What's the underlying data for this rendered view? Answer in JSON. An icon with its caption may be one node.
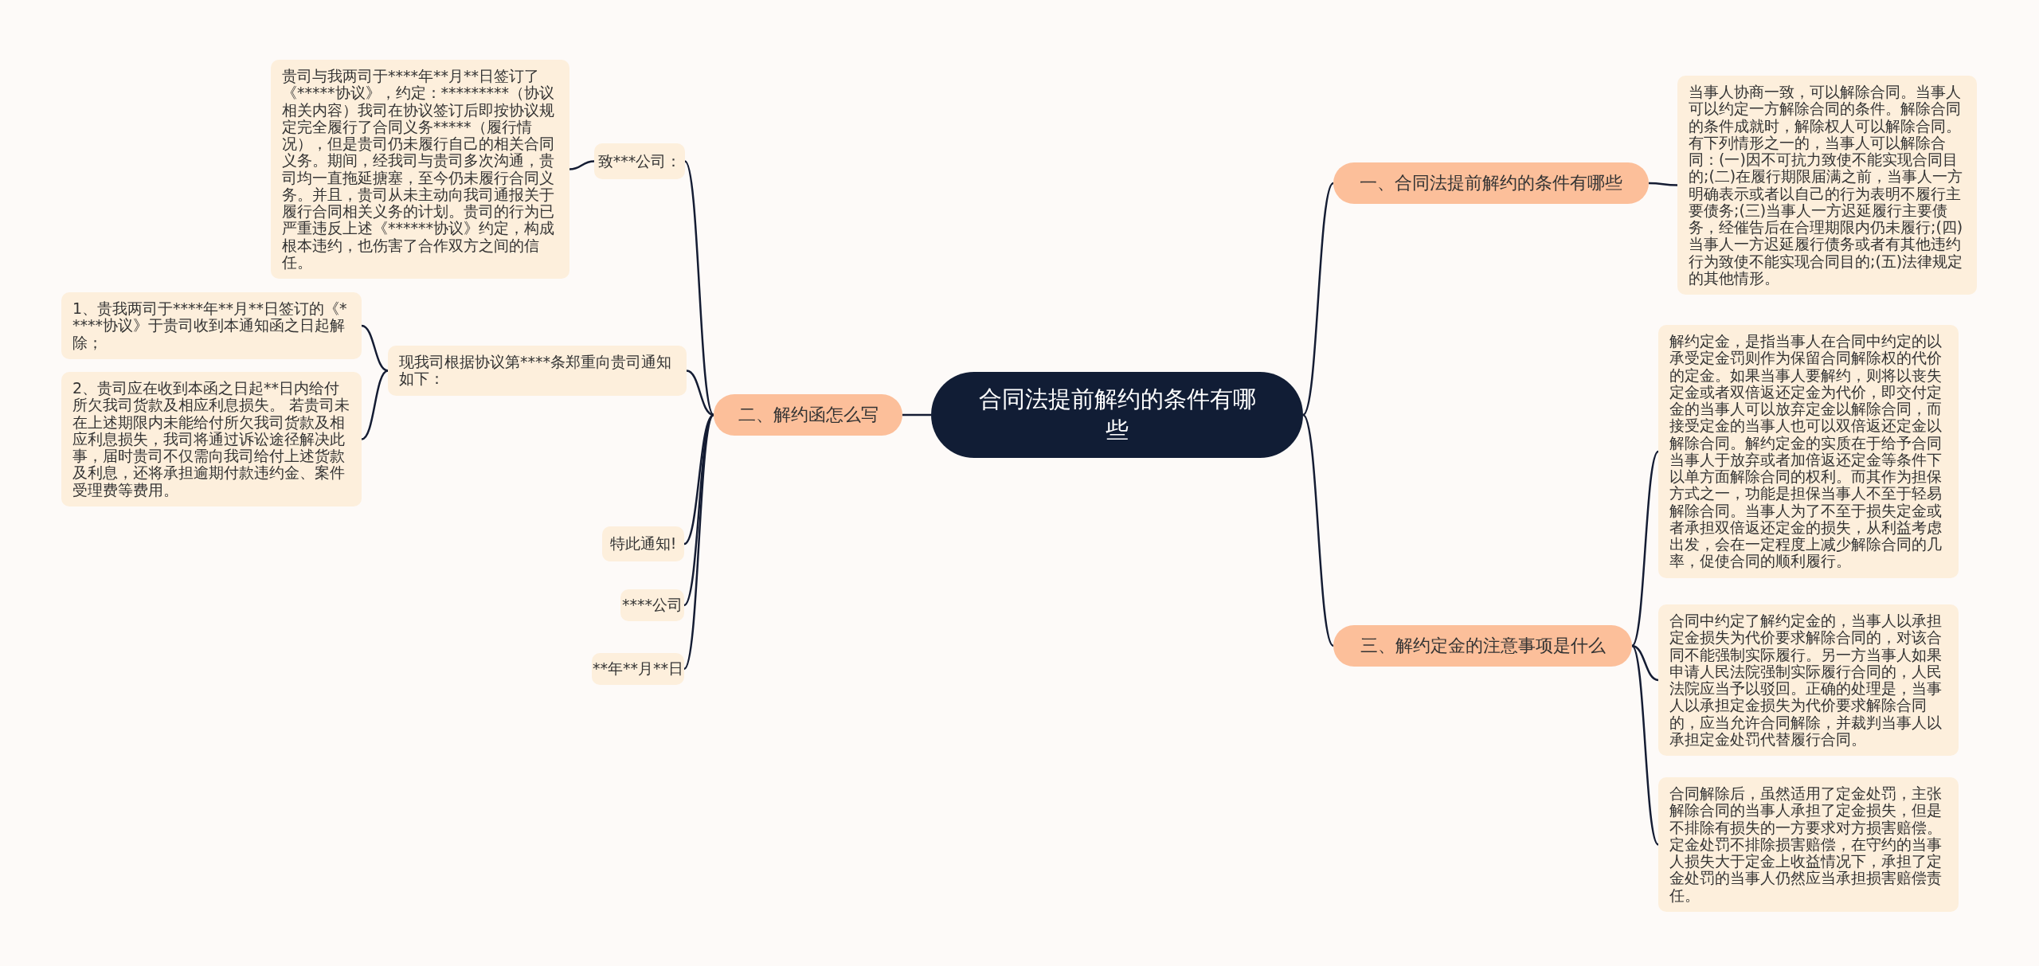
{
  "diagram": {
    "nodes": [
      {
        "text": [
          "合同法提前解约的条件有哪些"
        ]
      },
      {
        "text": [
          "一、合同法提前解约的条件有哪些"
        ]
      },
      {
        "text": [
          "当事人协商一致，可以解除合同。当事人可以约定一方解除合同的条件。解除合同的条件成就时，解除权人可以解除合同。有下列情形之一的，当事人可以解除合同：(一)因不可抗力致使不能实现合同目的;(二)在履行期限届满之前，当事人一方明确表示或者以自己的行为表明不履行主要债务;(三)当事人一方迟延履行主要债务，经催告后在合理期限内仍未履行;(四)当事人一方迟延履行债务或者有其他违约行为致使不能实现合同目的;(五)法律规定的其他情形。"
        ]
      },
      {
        "text": [
          "三、解约定金的注意事项是什么"
        ]
      },
      {
        "text": [
          "解约定金，是指当事人在合同中约定的以承受定金罚则作为保留合同解除权的代价的定金。如果当事人要解约，则将以丧失定金或者双倍返还定金为代价，即交付定金的当事人可以放弃定金以解除合同，而接受定金的当事人也可以双倍返还定金以解除合同。解约定金的实质在于给予合同当事人于放弃或者加倍返还定金等条件下以单方面解除合同的权利。而其作为担保方式之一，功能是担保当事人不至于轻易解除合同。当事人为了不至于损失定金或者承担双倍返还定金的损失，从利益考虑出发，会在一定程度上减少解除合同的几率，促使合同的顺利履行。"
        ]
      },
      {
        "text": [
          "合同中约定了解约定金的，当事人以承担定金损失为代价要求解除合同的，对该合同不能强制实际履行。另一方当事人如果申请人民法院强制实际履行合同的，人民法院应当予以驳回。正确的处理是，当事人以承担定金损失为代价要求解除合同的，应当允许合同解除，并裁判当事人以承担定金处罚代替履行合同。"
        ]
      },
      {
        "text": [
          "合同解除后，虽然适用了定金处罚，主张解除合同的当事人承担了定金损失，但是不排除有损失的一方要求对方损害赔偿。定金处罚不排除损害赔偿，在守约的当事人损失大于定金上收益情况下，承担了定金处罚的当事人仍然应当承担损害赔偿责任。"
        ]
      },
      {
        "text": [
          "二、解约函怎么写"
        ]
      },
      {
        "text": [
          "致***公司："
        ]
      },
      {
        "text": [
          "贵司与我两司于****年**月**日签订了《*****协议》，约定：*********（协议相关内容）我司在协议签订后即按协议规定完全履行了合同义务*****（履行情况），但是贵司仍未履行自己的相关合同义务。期间，经我司与贵司多次沟通，贵司均一直拖延搪塞，至今仍未履行合同义务。并且，贵司从未主动向我司通报关于履行合同相关义务的计划。贵司的行为已严重违反上述《******协议》约定，构成根本违约，也伤害了合作双方之间的信任。"
        ]
      },
      {
        "text": [
          "现我司根据协议第****条郑重向贵司通知如下："
        ]
      },
      {
        "text": [
          "1、贵我两司于****年**月**日签订的《*****协议》于贵司收到本通知函之日起解除；"
        ]
      },
      {
        "text": [
          "2、贵司应在收到本函之日起**日内给付所欠我司货款及相应利息损失。 若贵司未在上述期限内未能给付所欠我司货款及相应利息损失，我司将通过诉讼途径解决此事，届时贵司不仅需向我司给付上述货款及利息，还将承担逾期付款违约金、案件受理费等费用。"
        ]
      },
      {
        "text": [
          "特此通知!"
        ]
      },
      {
        "text": [
          "****公司"
        ]
      },
      {
        "text": [
          "**年**月**日"
        ]
      }
    ],
    "edges": [
      {
        "from": 0,
        "to": 1,
        "arrow": "none"
      },
      {
        "from": 1,
        "to": 2,
        "arrow": "none"
      },
      {
        "from": 0,
        "to": 3,
        "arrow": "none"
      },
      {
        "from": 3,
        "to": 4,
        "arrow": "none"
      },
      {
        "from": 3,
        "to": 5,
        "arrow": "none"
      },
      {
        "from": 3,
        "to": 6,
        "arrow": "none"
      },
      {
        "from": 0,
        "to": 7,
        "arrow": "none"
      },
      {
        "from": 7,
        "to": 8,
        "arrow": "none"
      },
      {
        "from": 8,
        "to": 9,
        "arrow": "none"
      },
      {
        "from": 7,
        "to": 10,
        "arrow": "none"
      },
      {
        "from": 10,
        "to": 11,
        "arrow": "none"
      },
      {
        "from": 10,
        "to": 12,
        "arrow": "none"
      },
      {
        "from": 7,
        "to": 13,
        "arrow": "none"
      },
      {
        "from": 7,
        "to": 14,
        "arrow": "none"
      },
      {
        "from": 7,
        "to": 15,
        "arrow": "none"
      }
    ]
  }
}
